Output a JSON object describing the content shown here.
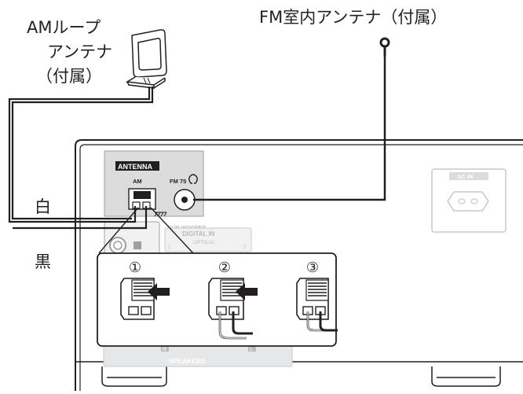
{
  "labels": {
    "am_antenna_line1": "AMループ",
    "am_antenna_line2": "アンテナ",
    "am_antenna_line3": "（付属）",
    "fm_antenna": "FM室内アンテナ（付属）",
    "white_wire": "白",
    "black_wire": "黒"
  },
  "panel": {
    "antenna_title": "ANTENNA",
    "am": "AM",
    "fm_75": "FM 75",
    "ac_in": "AC IN",
    "sub_woofer": "SUB WOOFER",
    "digital_in": "DIGITAL IN",
    "optical": "OPTICAL",
    "digital_1": "1",
    "digital_2": "2",
    "speakers": "SPEAKERS",
    "speaker_r": "R",
    "speaker_l": "L"
  },
  "steps": [
    {
      "marker": "①"
    },
    {
      "marker": "②"
    },
    {
      "marker": "③"
    }
  ],
  "colors": {
    "line": "#231f20",
    "panel_fill": "#dcdcdd",
    "panel_stroke": "#9d9fa2",
    "device_stroke": "#231f20"
  }
}
